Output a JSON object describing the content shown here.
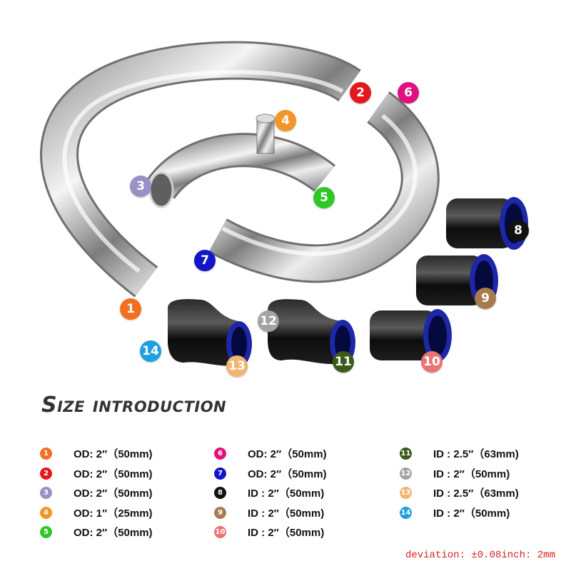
{
  "colors": {
    "1": "#f26f21",
    "2": "#e3181c",
    "3": "#9b8fc8",
    "4": "#f0962a",
    "5": "#2ec826",
    "6": "#e0117f",
    "7": "#1414c8",
    "8": "#111111",
    "9": "#a67c4e",
    "10": "#e97476",
    "11": "#3c5a1a",
    "12": "#a3a3a3",
    "13": "#f0b56e",
    "14": "#1d9fe0"
  },
  "photo_badges": [
    "1",
    "2",
    "3",
    "4",
    "5",
    "6",
    "7",
    "8",
    "9",
    "10",
    "11",
    "12",
    "13",
    "14"
  ],
  "title": "Size introduction",
  "specs": [
    {
      "num": "1",
      "text": "OD: 2″（50mm)"
    },
    {
      "num": "2",
      "text": "OD: 2″（50mm)"
    },
    {
      "num": "3",
      "text": "OD: 2″（50mm)"
    },
    {
      "num": "4",
      "text": "OD: 1″（25mm)"
    },
    {
      "num": "5",
      "text": "OD: 2″（50mm)"
    },
    {
      "num": "6",
      "text": "OD: 2″（50mm)"
    },
    {
      "num": "7",
      "text": "OD: 2″（50mm)"
    },
    {
      "num": "8",
      "text": "ID : 2″（50mm)"
    },
    {
      "num": "9",
      "text": "ID : 2″（50mm)"
    },
    {
      "num": "10",
      "text": "ID : 2″（50mm)"
    },
    {
      "num": "11",
      "text": "ID : 2.5″（63mm)"
    },
    {
      "num": "12",
      "text": "ID : 2″（50mm)"
    },
    {
      "num": "13",
      "text": "ID : 2.5″（63mm)"
    },
    {
      "num": "14",
      "text": "ID : 2″（50mm)"
    }
  ],
  "note": "deviation: ±0.08inch: 2mm"
}
